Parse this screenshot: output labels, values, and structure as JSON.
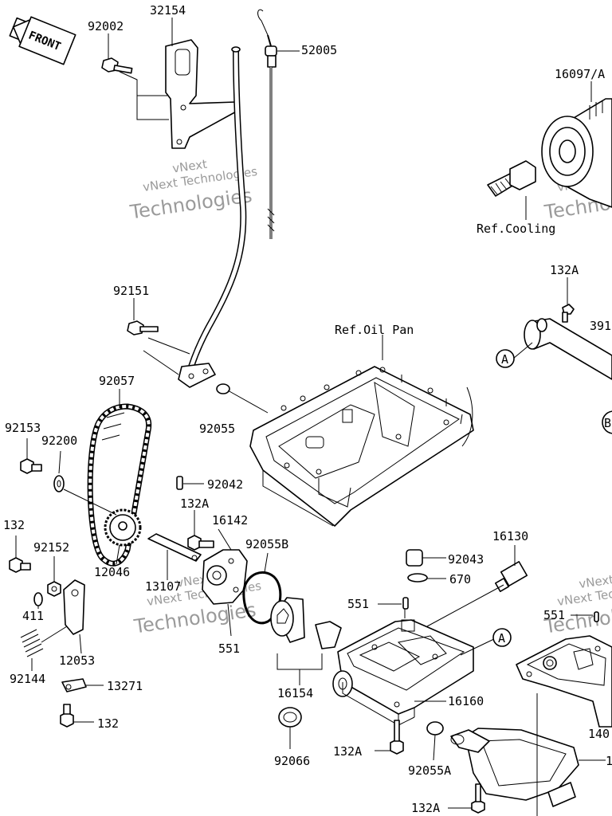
{
  "front_label": "FRONT",
  "watermarks": [
    {
      "line1": "vNext",
      "line2": "vNext Technologies",
      "line3": "Technologies"
    },
    {
      "line1": "vNext",
      "line2": "vNext Technologies",
      "line3": "Technologies"
    },
    {
      "line1": "vNext",
      "line2": "vNext Technologies",
      "line3": "Technologies"
    },
    {
      "line1": "vNext",
      "line2": "vNext Technologies",
      "line3": "Technologies"
    }
  ],
  "refs": {
    "cooling": "Ref.Cooling",
    "oil_pan": "Ref.Oil Pan"
  },
  "callouts": {
    "a1": "A",
    "a2": "A",
    "b": "B"
  },
  "parts": [
    "32154",
    "92002",
    "52005",
    "16097/A",
    "92151",
    "132A",
    "391",
    "92057",
    "92153",
    "92200",
    "92055",
    "92042",
    "132A",
    "16142",
    "132",
    "92152",
    "12046",
    "92055B",
    "16130",
    "411",
    "13107",
    "92043",
    "670",
    "551",
    "12053",
    "551",
    "551",
    "92144",
    "16154",
    "13271",
    "16160",
    "140",
    "132",
    "92066",
    "132A",
    "92055A",
    "1",
    "132A"
  ]
}
